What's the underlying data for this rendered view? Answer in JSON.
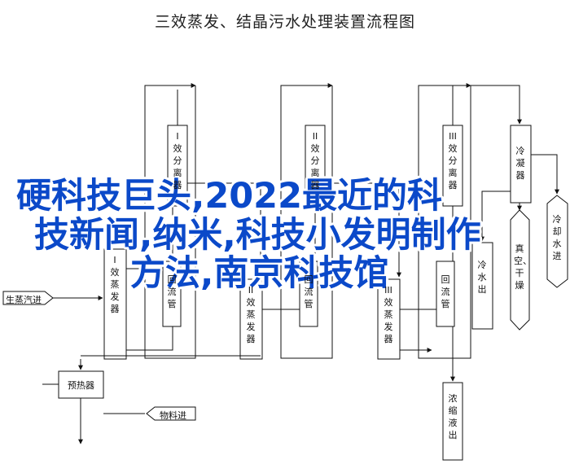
{
  "title": "三效蒸发、结晶污水处理装置流程图",
  "units": {
    "evap1": "I效蒸发器",
    "evap2": "II效蒸发器",
    "evap3": "III效蒸发器",
    "sep1": "I效分离器",
    "sep2": "II效分离器",
    "sep3": "III效分离器",
    "reflux1": "回流管",
    "reflux2": "回流管",
    "reflux3": "回流管",
    "condenser": "冷凝器",
    "cooling_water_out": "冷水出",
    "vacuum_dryer": "真空、干燥",
    "cooling_water_in": "冷却水进",
    "concentrate_out": "浓缩液出",
    "preheater": "预热器"
  },
  "streams": {
    "steam_in": "生蒸汽进",
    "feed_in": "物料进"
  },
  "watermark": {
    "line1": "硬科技巨头,2022最近的科",
    "line2": "技新闻,纳米,科技小发明制作",
    "line3": "方法,南京科技馆"
  }
}
